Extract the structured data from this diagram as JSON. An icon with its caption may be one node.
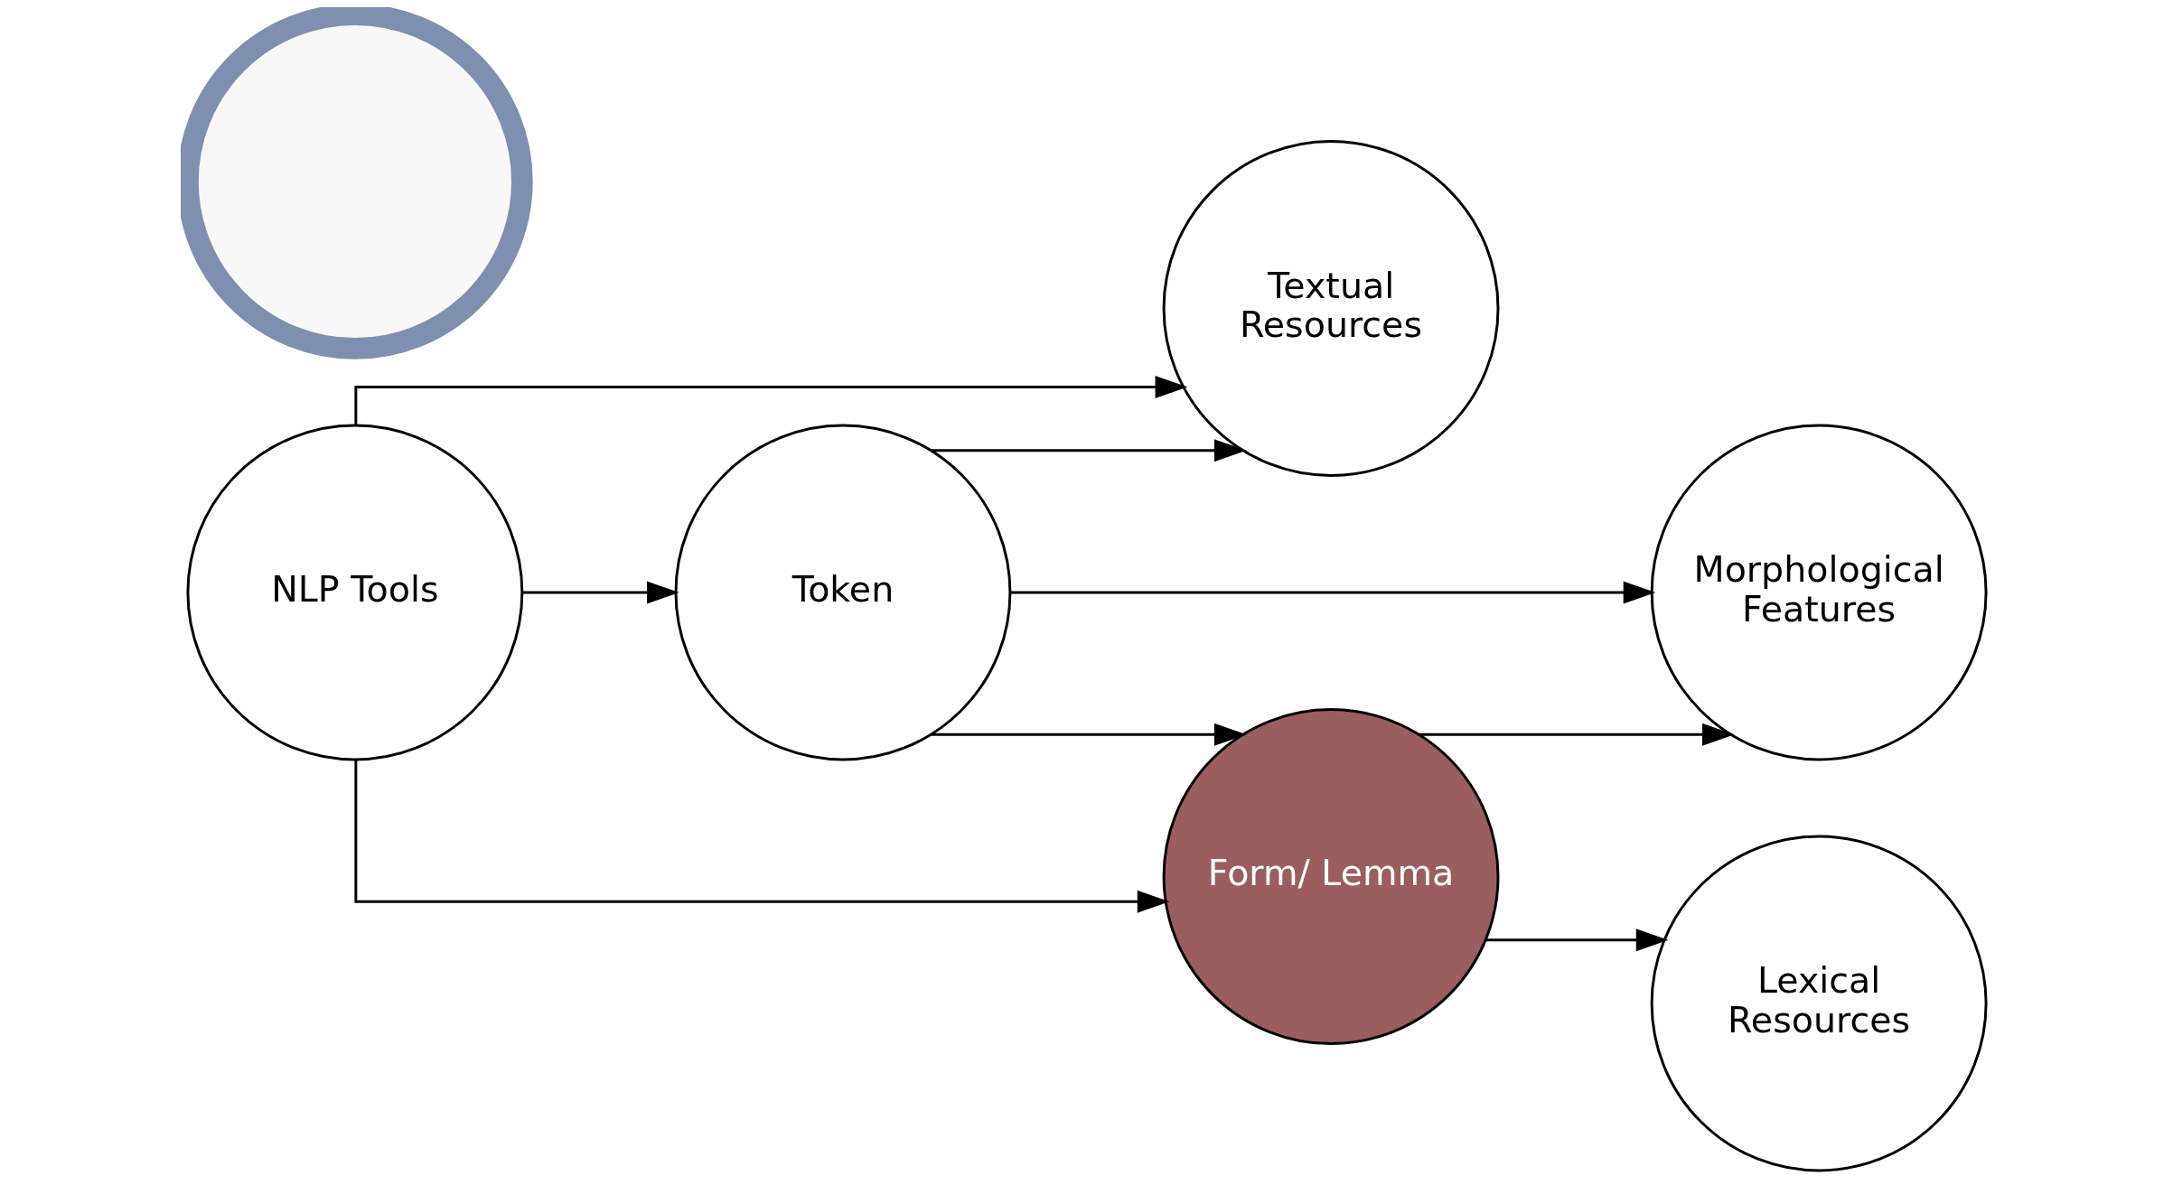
{
  "diagram": {
    "nodes": [
      {
        "text": [
          "NLP Tools"
        ]
      },
      {
        "text": [
          "Token"
        ]
      },
      {
        "text": [
          "Textual Resources"
        ]
      },
      {
        "text": [
          "Morphological Features"
        ]
      },
      {
        "text": [
          "Form/ Lemma"
        ]
      },
      {
        "text": [
          "Lexical Resources"
        ]
      },
      {
        "text": [],
        "shape": "circle"
      }
    ],
    "edges": [
      {
        "from": 0,
        "to": 2,
        "arrow": "to"
      },
      {
        "from": 0,
        "to": 1,
        "arrow": "to"
      },
      {
        "from": 0,
        "to": 4,
        "arrow": "to"
      },
      {
        "from": 1,
        "to": 2,
        "arrow": "to"
      },
      {
        "from": 1,
        "to": 3,
        "arrow": "to"
      },
      {
        "from": 1,
        "to": 4,
        "arrow": "to"
      },
      {
        "from": 4,
        "to": 3,
        "arrow": "to"
      },
      {
        "from": 4,
        "to": 5,
        "arrow": "to"
      }
    ]
  }
}
